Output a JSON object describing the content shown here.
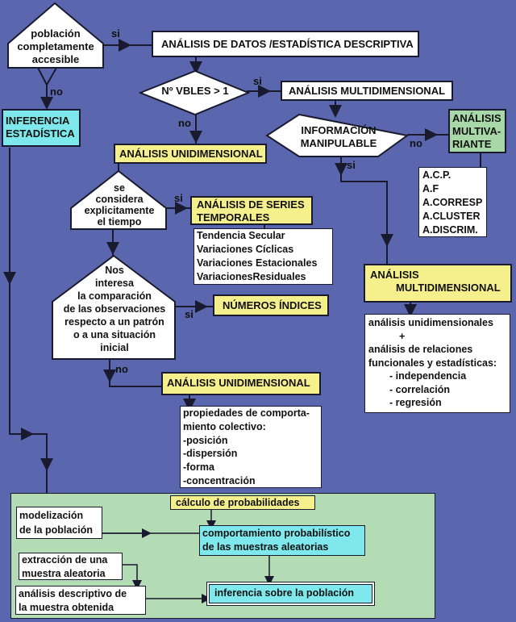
{
  "decisions": {
    "poblacion": [
      "población",
      "completamente",
      "accesible"
    ],
    "nvbles": "Nº VBLES > 1",
    "informacion": [
      "INFORMACIÓN",
      "MANIPULABLE"
    ],
    "tiempo": [
      "se",
      "considera",
      "explicitamente",
      "el tiempo"
    ],
    "comparacion": [
      "Nos",
      "interesa",
      "la comparación",
      "de las observaciones",
      "respecto a un patrón",
      "o a una situación",
      "inicial"
    ]
  },
  "edge_labels": {
    "si": "si",
    "no": "no"
  },
  "boxes": {
    "analisis_datos": "ANÁLISIS DE DATOS /ESTADÍSTICA DESCRIPTIVA",
    "inferencia": [
      "INFERENCIA",
      "ESTADÍSTICA"
    ],
    "multidimensional": "ANÁLISIS MULTIDIMENSIONAL",
    "multivariante": [
      "ANÁLISIS",
      "MULTIVA-",
      "RIANTE"
    ],
    "multivariante_list": [
      "A.C.P.",
      "A.F",
      "A.CORRESP",
      "A.CLUSTER",
      "A.DISCRIM."
    ],
    "unidimensional_top": "ANÁLISIS UNIDIMENSIONAL",
    "series": [
      "ANÁLISIS DE SERIES",
      "TEMPORALES"
    ],
    "series_list": [
      "Tendencia Secular",
      "Variaciones Cíclicas",
      "Variaciones Estacionales",
      "VariacionesResiduales"
    ],
    "numeros_indices": "NÚMEROS ÍNDICES",
    "multidimensional_2": [
      "ANÁLISIS",
      "MULTIDIMENSIONAL"
    ],
    "multidimensional_2_list": [
      "análisis unidimensionales",
      "+",
      "análisis de relaciones",
      "funcionales y estadísticas:",
      "- independencia",
      "- correlación",
      "- regresión"
    ],
    "unidimensional_bottom": "ANÁLISIS UNIDIMENSIONAL",
    "unidimensional_list": [
      "propiedades de comporta-",
      "miento colectivo:",
      "-posición",
      "-dispersión",
      "-forma",
      "-concentración"
    ]
  },
  "inference_panel": {
    "calculo": "cálculo de probabilidades",
    "modelizacion": [
      "modelización",
      "de la población"
    ],
    "comportamiento": [
      "comportamiento probabilístico",
      "de las muestras aleatorias"
    ],
    "extraccion": [
      "extracción de una",
      "muestra aleatoria"
    ],
    "descriptivo": [
      "análisis descriptivo de",
      "la muestra obtenida"
    ],
    "inferencia_poblacion": "inferencia sobre la población"
  },
  "colors": {
    "background": "#5a67ae",
    "yellow": "#f6f08c",
    "cyan": "#7ee8ec",
    "green": "#a8d8a8",
    "panel": "#b4dcb4",
    "line": "#1a1a2e"
  }
}
